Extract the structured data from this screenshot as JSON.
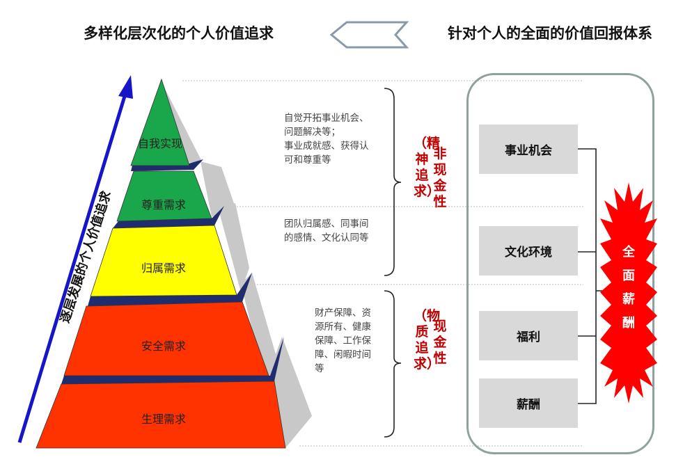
{
  "header": {
    "left_title": "多样化层次化的个人价值追求",
    "right_title": "针对个人的全面的价值回报体系"
  },
  "arrow_label": "逐层发展的个人价值追求",
  "pyramid": {
    "levels": [
      {
        "label": "自我实现",
        "color": "#1aa64a"
      },
      {
        "label": "尊重需求",
        "color": "#1aa64a"
      },
      {
        "label": "归属需求",
        "color": "#ffff00"
      },
      {
        "label": "安全需求",
        "color": "#ff3300"
      },
      {
        "label": "生理需求",
        "color": "#ff3300"
      }
    ]
  },
  "descriptions": {
    "upper": "自觉开拓事业机会、\n问题解决等；\n事业成就感、获得认\n可和尊重等",
    "middle": "团队归属感、同事间\n的感情、文化认同等",
    "lower": "财产保障、资\n源所有、健康\n保障、工作保\n障、闲暇时间\n等"
  },
  "brace_labels": {
    "nonmonetary_type": "非现金性",
    "nonmonetary_pursuit": "（精神追求）",
    "monetary_type": "现金性",
    "monetary_pursuit": "（物质追求）"
  },
  "reward_items": [
    "事业机会",
    "文化环境",
    "福利",
    "薪酬"
  ],
  "total_label": "全面薪酬",
  "colors": {
    "green": "#1aa64a",
    "yellow": "#ffff00",
    "red": "#ff3300",
    "navy": "#1f2d6e",
    "side": "#c8c8c8",
    "arrow": "#1616c8",
    "text_red": "#c00000",
    "box_gray": "#d9d9d9"
  }
}
